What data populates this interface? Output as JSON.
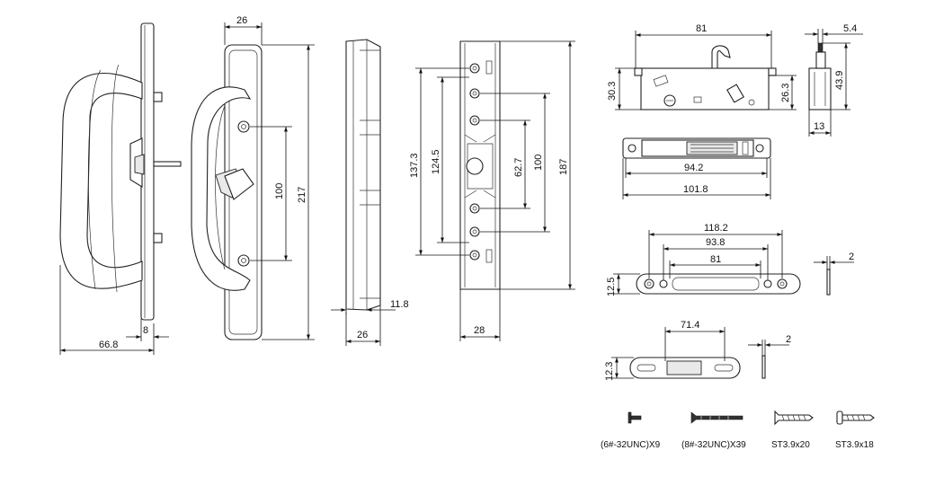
{
  "dimensions": {
    "handle_outer_width": "66.8",
    "handle_base_thickness": "8",
    "trim_width": "26",
    "trim_height": "217",
    "hole_spacing_100": "100",
    "side_profile_depth": "11.8",
    "side_profile_width": "26",
    "mortise_137_3": "137.3",
    "mortise_124_5": "124.5",
    "mortise_62_7": "62.7",
    "mortise_100": "100",
    "mortise_187": "187",
    "mortise_width_28": "28",
    "lock_body_81": "81",
    "lock_height_30_3": "30.3",
    "lock_height_26_3": "26.3",
    "side_5_4": "5.4",
    "side_43_9": "43.9",
    "side_13": "13",
    "faceplate_94_2": "94.2",
    "faceplate_101_8": "101.8",
    "keeper_118_2": "118.2",
    "keeper_93_8": "93.8",
    "keeper_81": "81",
    "keeper_height_12_5": "12.5",
    "keeper_thickness_2": "2",
    "strike_71_4": "71.4",
    "strike_height_12_3": "12.3",
    "strike_thickness_2": "2"
  },
  "screws": [
    {
      "label": "(6#-32UNC)X9"
    },
    {
      "label": "(8#-32UNC)X39"
    },
    {
      "label": "ST3.9x20"
    },
    {
      "label": "ST3.9x18"
    }
  ]
}
